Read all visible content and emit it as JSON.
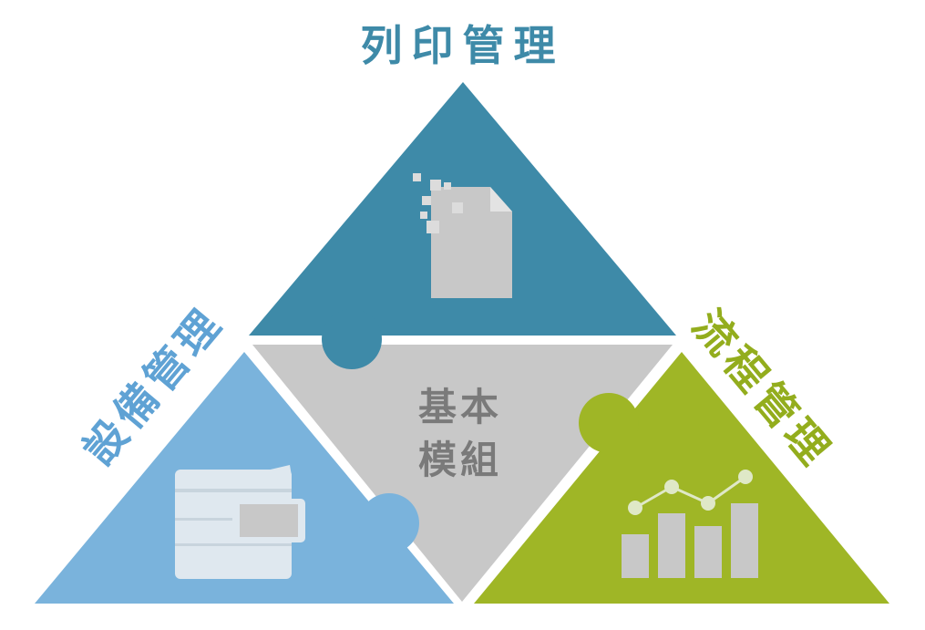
{
  "titles": {
    "top": "列印管理",
    "left": "設備管理",
    "right": "流程管理"
  },
  "center": {
    "line1": "基本",
    "line2": "模組"
  },
  "colors": {
    "top_triangle": "#3e8aa8",
    "left_triangle": "#7ab3dc",
    "right_triangle": "#9fb626",
    "center_triangle": "#c8c8c8",
    "top_title": "#3e8aa8",
    "left_title": "#5fa2d4",
    "right_title": "#93ad1d",
    "center_text": "#7a7a7a",
    "icon_gray": "#c8c8c8"
  },
  "icons": {
    "top": "document-icon",
    "left": "copier-icon",
    "right": "bar-line-chart-icon"
  }
}
